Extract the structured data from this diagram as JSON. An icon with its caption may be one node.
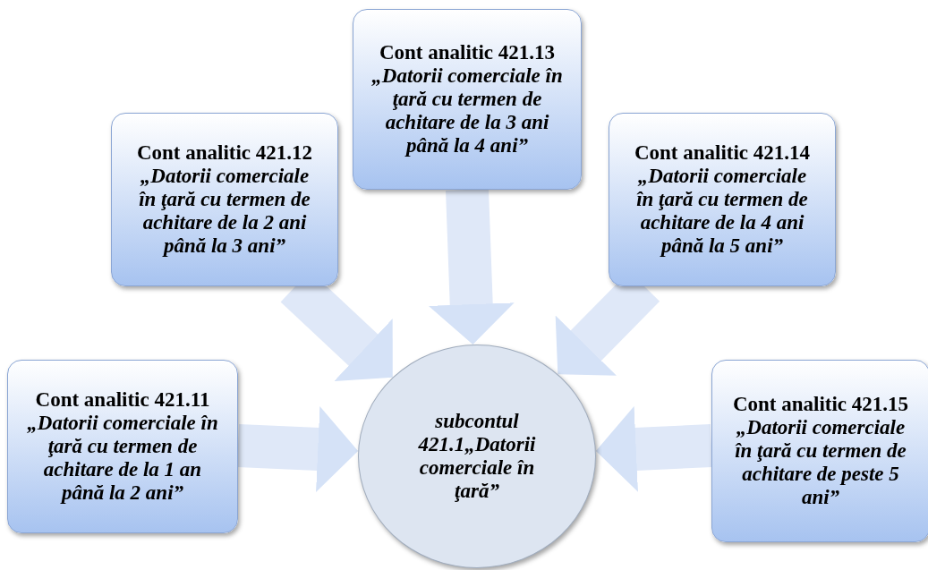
{
  "diagram": {
    "nodes": [
      {
        "text": [
          "subcontul 421.1„Datorii comerciale în ţară”"
        ]
      },
      {
        "text": [
          "Cont analitic 421.11 *„Datorii comerciale în ţară cu termen de achitare de la 1 an până la 2 ani”*"
        ]
      },
      {
        "text": [
          "Cont analitic 421.12 *„Datorii comerciale în ţară cu termen de achitare de la 2 ani până la 3 ani”*"
        ]
      },
      {
        "text": [
          "Cont analitic 421.13 *„Datorii comerciale în ţară cu termen de achitare de la 3 ani până la 4 ani”*"
        ]
      },
      {
        "text": [
          "Cont analitic 421.14 *„Datorii comerciale în ţară cu termen de achitare de la 4 ani până la 5 ani”*"
        ]
      },
      {
        "text": [
          "Cont analitic 421.15 *„Datorii comerciale în ţară cu termen de achitare de peste 5 ani”*"
        ]
      }
    ],
    "edges": [
      {
        "from": 1,
        "to": 0,
        "arrow": "to"
      },
      {
        "from": 2,
        "to": 0,
        "arrow": "to"
      },
      {
        "from": 3,
        "to": 0,
        "arrow": "to"
      },
      {
        "from": 4,
        "to": 0,
        "arrow": "to"
      },
      {
        "from": 5,
        "to": 0,
        "arrow": "to"
      }
    ]
  }
}
